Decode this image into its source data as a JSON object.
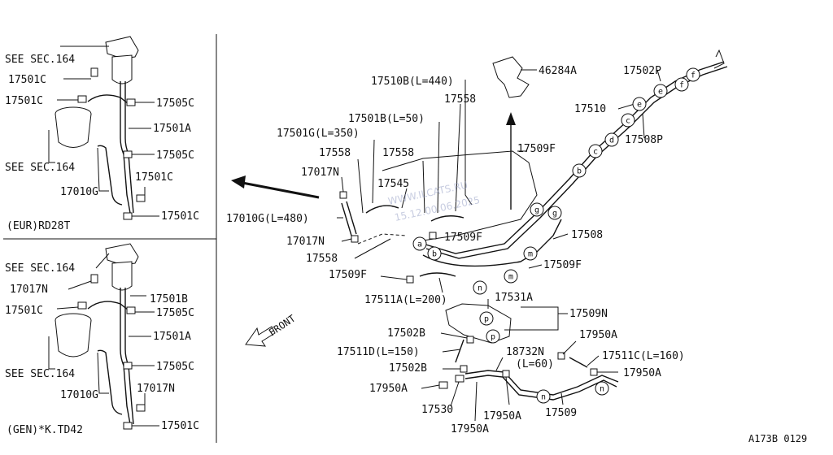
{
  "panel_top": {
    "see_sec_1": "SEE SEC.164",
    "see_sec_2": "SEE SEC.164",
    "l_17501C_a": "17501C",
    "l_17501C_b": "17501C",
    "l_17505C_a": "17505C",
    "l_17501A": "17501A",
    "l_17505C_b": "17505C",
    "l_17501C_c": "17501C",
    "l_17010G": "17010G",
    "l_17501C_d": "17501C",
    "caption": "(EUR)RD28T"
  },
  "panel_bottom": {
    "see_sec_1": "SEE SEC.164",
    "see_sec_2": "SEE SEC.164",
    "l_17017N_a": "17017N",
    "l_17501B": "17501B",
    "l_17501C_a": "17501C",
    "l_17505C_a": "17505C",
    "l_17501A": "17501A",
    "l_17505C_b": "17505C",
    "l_17017N_b": "17017N",
    "l_17010G": "17010G",
    "l_17501C_b": "17501C",
    "caption": "(GEN)*K.TD42"
  },
  "main": {
    "l_46284A": "46284A",
    "l_17510B": "17510B(L=440)",
    "l_17502P": "17502P",
    "l_17558_a": "17558",
    "l_17510": "17510",
    "l_17501B": "17501B(L=50)",
    "l_17508P": "17508P",
    "l_17501G": "17501G(L=350)",
    "l_17509F_a": "17509F",
    "l_17558_b": "17558",
    "l_17558_c": "17558",
    "l_17017N_a": "17017N",
    "l_17545": "17545",
    "l_17010G": "17010G(L=480)",
    "l_17508": "17508",
    "l_17017N_b": "17017N",
    "l_17509F_b": "17509F",
    "l_17558_d": "17558",
    "l_17509F_c": "17509F",
    "l_17509F_d": "17509F",
    "l_17511A": "17511A(L=200)",
    "l_17531A": "17531A",
    "l_17509N": "17509N",
    "l_17502B_a": "17502B",
    "l_17950A_a": "17950A",
    "l_17511D": "17511D(L=150)",
    "l_18732N": "18732N",
    "l_L60": "(L=60)",
    "l_17511C": "17511C(L=160)",
    "l_17502B_b": "17502B",
    "l_17950A_b": "17950A",
    "l_17950A_c": "17950A",
    "l_17530": "17530",
    "l_17950A_d": "17950A",
    "l_17509": "17509",
    "l_17950A_e": "17950A",
    "front": "FRONT",
    "watermark_1": "WWW.ILCATS.RU",
    "watermark_2": "15.12.00.06.2025",
    "footer_code": "A173B 0129"
  },
  "circle_markers": [
    "a",
    "b",
    "b",
    "c",
    "c",
    "d",
    "e",
    "e",
    "f",
    "f",
    "g",
    "g",
    "m",
    "m",
    "n",
    "n",
    "n",
    "p",
    "p"
  ]
}
